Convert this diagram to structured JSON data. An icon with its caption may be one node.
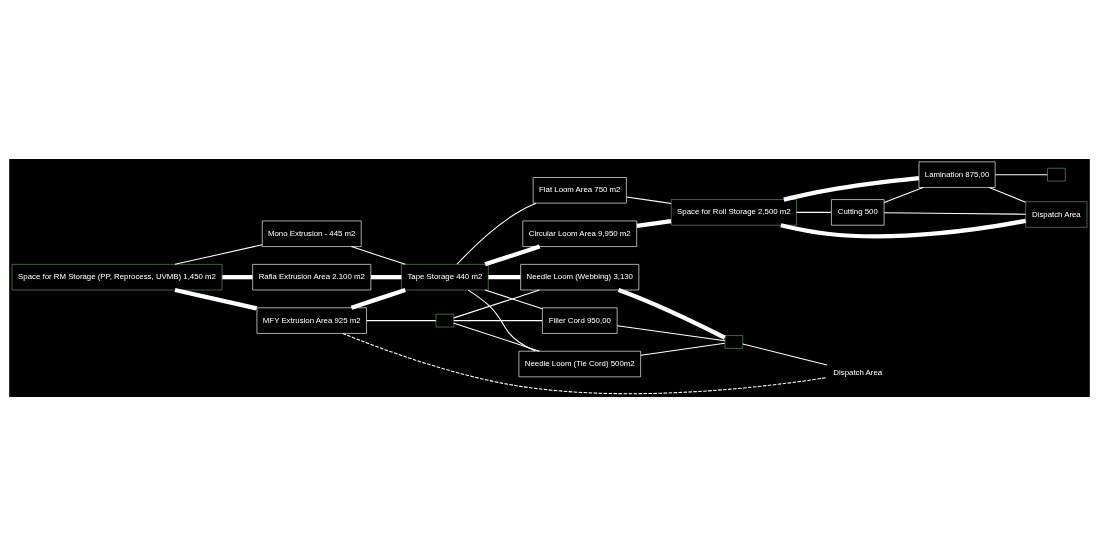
{
  "diagram": {
    "nodes": [
      {
        "text": [
          "Space for RM Storage (PP, Reprocess, UVMB) 1,450 m2"
        ]
      },
      {
        "text": [
          "Rafia Extrusion Area 2.100 m2"
        ]
      },
      {
        "text": [
          "MFY Extrusion Area 925 m2"
        ]
      },
      {
        "text": [
          "Mono Extrusion - 445 m2"
        ]
      },
      {
        "text": [
          "Tape Storage 440 m2"
        ]
      },
      {
        "text": [],
        "shape": "box"
      },
      {
        "text": [
          "Flat Loom Area 750 m2"
        ]
      },
      {
        "text": [
          "Circular Loom Area 9,950 m2"
        ]
      },
      {
        "text": [
          "Needle Loom (Webbing) 3,130"
        ]
      },
      {
        "text": [
          "Filler Cord 950,00"
        ]
      },
      {
        "text": [
          "Needle Loom (Tie Cord) 500m2"
        ]
      },
      {
        "text": [],
        "shape": "box"
      },
      {
        "text": [
          "Space for Roll Storage 2,500 m2"
        ]
      },
      {
        "text": [
          "Cutting 500"
        ]
      },
      {
        "text": [
          "Lamination 875,00"
        ]
      },
      {
        "text": [
          "Dispatch Area"
        ]
      },
      {
        "text": [],
        "shape": "box"
      },
      {
        "text": [
          "Dispatch Area"
        ]
      }
    ],
    "edges": [
      {
        "from": 0,
        "to": 1,
        "arrow": "none",
        "style": "thick"
      },
      {
        "from": 1,
        "to": 4,
        "arrow": "none",
        "style": "thick"
      },
      {
        "from": 0,
        "to": 2,
        "arrow": "none",
        "style": "thick"
      },
      {
        "from": 0,
        "to": 3,
        "arrow": "none"
      },
      {
        "from": 2,
        "to": 4,
        "arrow": "none",
        "style": "thick"
      },
      {
        "from": 3,
        "to": 4,
        "arrow": "none"
      },
      {
        "from": 2,
        "to": 5,
        "arrow": "none"
      },
      {
        "from": 2,
        "to": 17,
        "arrow": "none",
        "style": "dashed"
      },
      {
        "from": 4,
        "to": 6,
        "arrow": "none"
      },
      {
        "from": 4,
        "to": 7,
        "arrow": "none",
        "style": "thick"
      },
      {
        "from": 4,
        "to": 8,
        "arrow": "none",
        "style": "thick"
      },
      {
        "from": 4,
        "to": 9,
        "arrow": "none"
      },
      {
        "from": 4,
        "to": 10,
        "arrow": "none"
      },
      {
        "from": 5,
        "to": 8,
        "arrow": "none"
      },
      {
        "from": 5,
        "to": 9,
        "arrow": "none"
      },
      {
        "from": 5,
        "to": 10,
        "arrow": "none"
      },
      {
        "from": 6,
        "to": 12,
        "arrow": "none"
      },
      {
        "from": 7,
        "to": 12,
        "arrow": "none",
        "style": "thick"
      },
      {
        "from": 8,
        "to": 11,
        "arrow": "none",
        "style": "thick"
      },
      {
        "from": 9,
        "to": 11,
        "arrow": "none"
      },
      {
        "from": 10,
        "to": 11,
        "arrow": "none"
      },
      {
        "from": 11,
        "to": 17,
        "arrow": "none"
      },
      {
        "from": 12,
        "to": 15,
        "arrow": "none",
        "style": "thick"
      },
      {
        "from": 12,
        "to": 13,
        "arrow": "none"
      },
      {
        "from": 12,
        "to": 14,
        "arrow": "none",
        "style": "thick"
      },
      {
        "from": 13,
        "to": 15,
        "arrow": "none"
      },
      {
        "from": 14,
        "to": 15,
        "arrow": "none"
      },
      {
        "from": 13,
        "to": 14,
        "arrow": "none"
      },
      {
        "from": 14,
        "to": 16,
        "arrow": "none"
      }
    ]
  }
}
